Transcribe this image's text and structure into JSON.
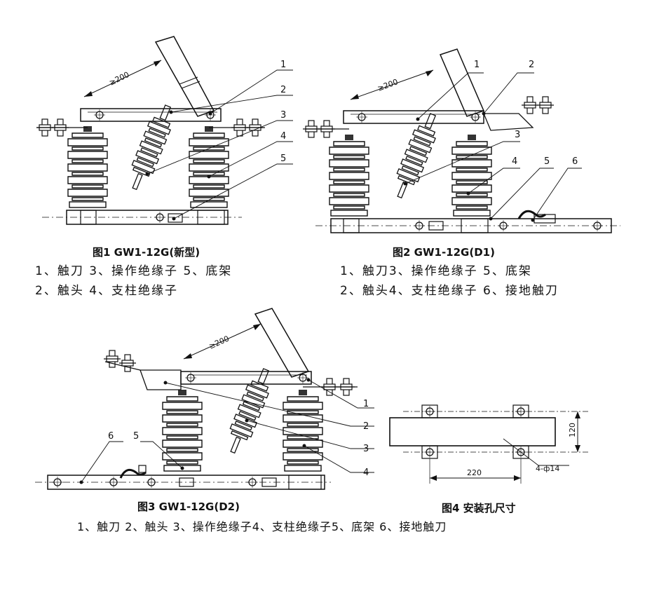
{
  "figures": [
    {
      "caption": "图1 GW1-12G(新型)",
      "legend": [
        "1、触刀  3、操作绝缘子  5、底架",
        "2、触头  4、支柱绝缘子"
      ],
      "callouts": [
        "1",
        "2",
        "3",
        "4",
        "5"
      ],
      "dimension": "≥200"
    },
    {
      "caption": "图2 GW1-12G(D1)",
      "legend": [
        "1、触刀3、操作绝缘子   5、底架",
        "2、触头4、支柱绝缘子   6、接地触刀"
      ],
      "callouts": [
        "1",
        "2",
        "3",
        "4",
        "5",
        "6"
      ],
      "dimension": "≥200"
    },
    {
      "caption": "图3 GW1-12G(D2)",
      "legend": [
        "1、触刀  2、触头 3、操作绝缘子4、支柱绝缘子5、底架   6、接地触刀"
      ],
      "callouts": [
        "1",
        "2",
        "3",
        "4",
        "5",
        "6"
      ],
      "dimension": "≥200"
    },
    {
      "caption": "图4 安装孔尺寸",
      "dims": {
        "height": "120",
        "width": "220",
        "holes": "4-ф14"
      }
    }
  ]
}
